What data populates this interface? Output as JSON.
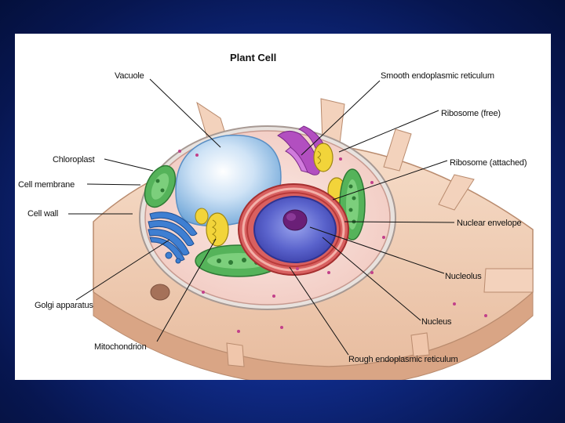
{
  "title": "Plant Cell",
  "labels": {
    "vacuole": "Vacuole",
    "chloroplast": "Chloroplast",
    "cell_membrane": "Cell membrane",
    "cell_wall": "Cell wall",
    "golgi": "Golgi apparatus",
    "mitochondrion": "Mitochondrion",
    "smooth_er": "Smooth endoplasmic reticulum",
    "ribosome_free": "Ribosome (free)",
    "ribosome_attached": "Ribosome (attached)",
    "nuclear_envelope": "Nuclear envelope",
    "nucleolus": "Nucleolus",
    "nucleus": "Nucleus",
    "rough_er": "Rough endoplasmic reticulum"
  }
}
